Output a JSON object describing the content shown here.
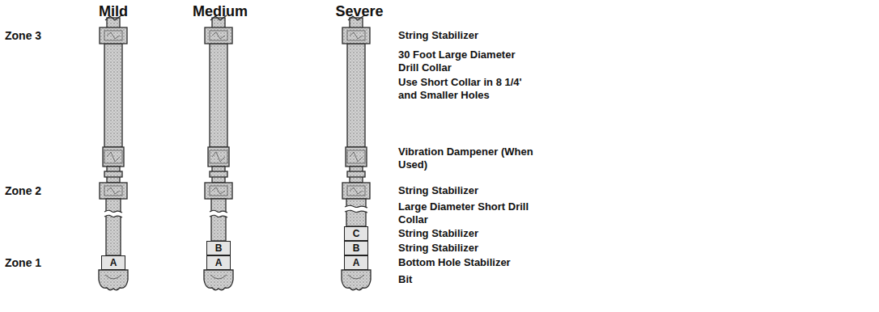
{
  "diagram": {
    "nodes": [
      {
        "text": [
          "A"
        ]
      },
      {
        "text": [
          "B"
        ]
      },
      {
        "text": [
          "A"
        ]
      },
      {
        "text": [
          "C"
        ]
      },
      {
        "text": [
          "B"
        ]
      },
      {
        "text": [
          "A"
        ]
      }
    ],
    "labels": [
      "Mild",
      "Medium",
      "Severe",
      "Zone 3",
      "String Stabilizer",
      "30 Foot Large Diameter Drill Collar",
      "Use Short Collar in 8 1/4' and Smaller Holes",
      "Vibration Dampener (When Used)",
      "Zone 2",
      "String Stabilizer",
      "Large Diameter Short Drill Collar",
      "String Stabilizer",
      "String Stabilizer",
      "Zone 1",
      "Bottom Hole Stabilizer",
      "Bit"
    ]
  }
}
